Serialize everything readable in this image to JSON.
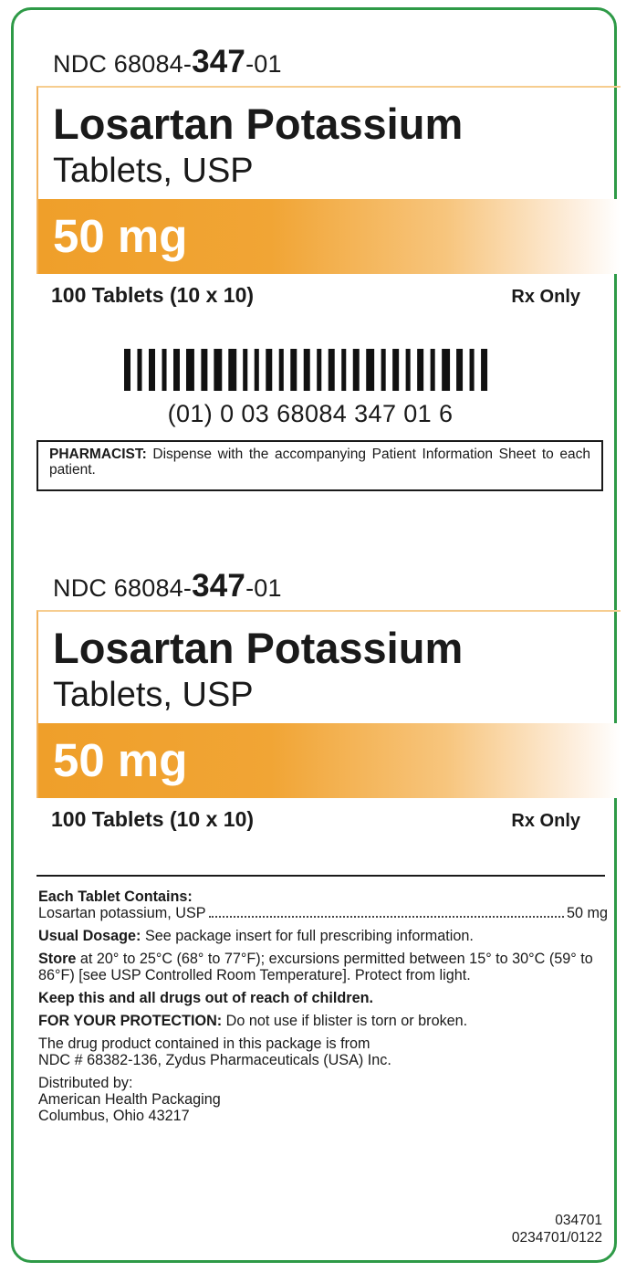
{
  "label": {
    "ndc_prefix": "NDC 68084-",
    "ndc_product": "347",
    "ndc_suffix": "-01",
    "drug_name": "Losartan Potassium",
    "drug_form": "Tablets, USP",
    "strength": "50 mg",
    "count": "100 Tablets (10 x 10)",
    "rx_only": "Rx Only"
  },
  "barcode": {
    "digits": "(01) 0 03 68084 347 01 6"
  },
  "pharmacist": {
    "heading": "PHARMACIST:",
    "text": " Dispense with the accompanying Patient Information Sheet to each patient."
  },
  "info": {
    "contains_heading": "Each Tablet Contains:",
    "contains_item": "Losartan potassium, USP",
    "contains_amount": "50 mg",
    "dosage_heading": "Usual Dosage:",
    "dosage_text": " See package insert for full prescribing information.",
    "store_heading": "Store",
    "store_text": " at 20° to 25°C (68° to 77°F); excursions permitted between 15° to 30°C (59° to 86°F) [see USP Controlled Room Temperature]. Protect from light.",
    "children_warning": "Keep this and all drugs out of reach of children.",
    "protection_heading": "FOR YOUR PROTECTION:",
    "protection_text": " Do not use if blister is torn or broken.",
    "source_line1": "The drug product contained in this package is from",
    "source_line2": "NDC # 68382-136, Zydus Pharmaceuticals (USA) Inc.",
    "distributed_by": "Distributed by:",
    "distributor_name": "American Health Packaging",
    "distributor_city": "Columbus, Ohio 43217"
  },
  "codes": {
    "code1": "034701",
    "code2": "0234701/0122"
  },
  "colors": {
    "strength_bar": "#ef9f2a",
    "frame_border": "#2e9a47"
  }
}
